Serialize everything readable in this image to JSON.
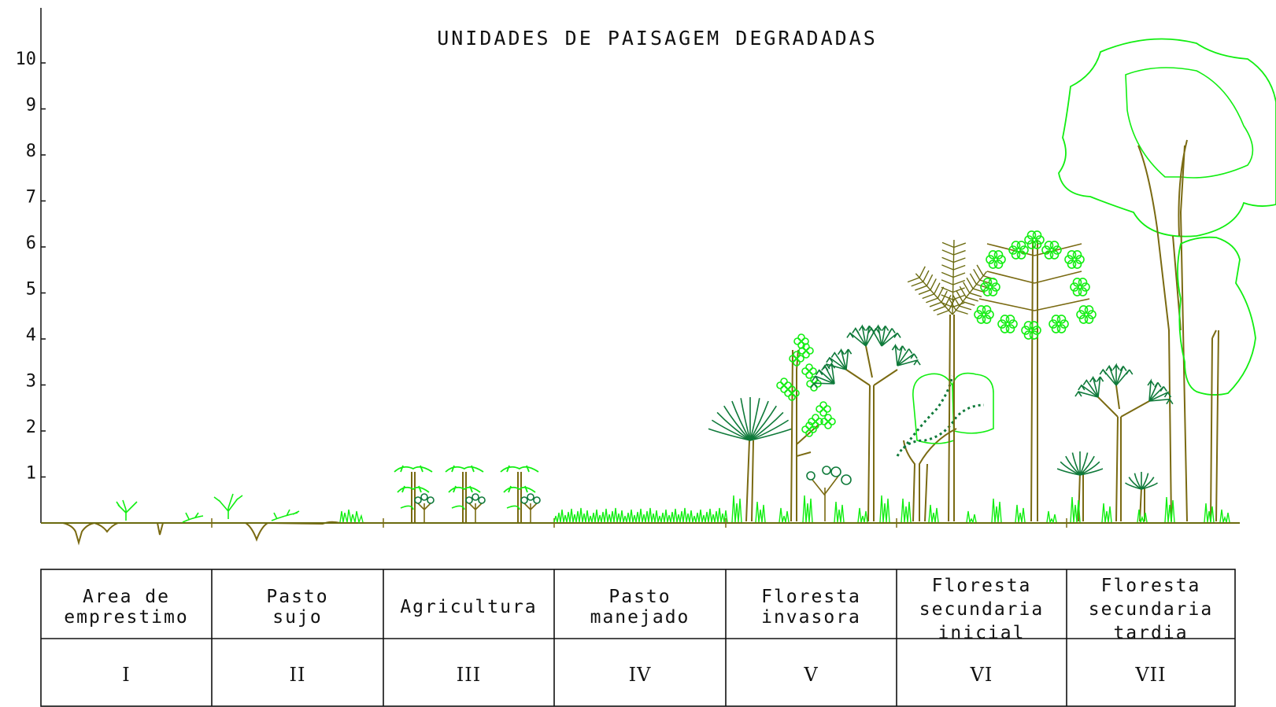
{
  "title": "UNIDADES DE PAISAGEM DEGRADADAS",
  "y_axis": {
    "ticks": [
      "1",
      "2",
      "3",
      "4",
      "5",
      "6",
      "7",
      "8",
      "9",
      "10"
    ]
  },
  "colors": {
    "ground": "#7a6a12",
    "light_green": "#11ee11",
    "dark_green": "#0f7a3a",
    "olive": "#6b6b10",
    "table_border": "#111111"
  },
  "units": [
    {
      "name_lines": [
        "Area de",
        "emprestimo"
      ],
      "numeral": "I"
    },
    {
      "name_lines": [
        "Pasto",
        "sujo"
      ],
      "numeral": "II"
    },
    {
      "name_lines": [
        "Agricultura"
      ],
      "numeral": "III"
    },
    {
      "name_lines": [
        "Pasto",
        "manejado"
      ],
      "numeral": "IV"
    },
    {
      "name_lines": [
        "Floresta",
        "invasora"
      ],
      "numeral": "V"
    },
    {
      "name_lines": [
        "Floresta",
        "secundaria",
        "inicial"
      ],
      "numeral": "VI"
    },
    {
      "name_lines": [
        "Floresta",
        "secundaria",
        "tardia"
      ],
      "numeral": "VII"
    }
  ],
  "icons": [
    "shrub-icon",
    "palm-icon",
    "tree-icon",
    "grass-icon"
  ]
}
